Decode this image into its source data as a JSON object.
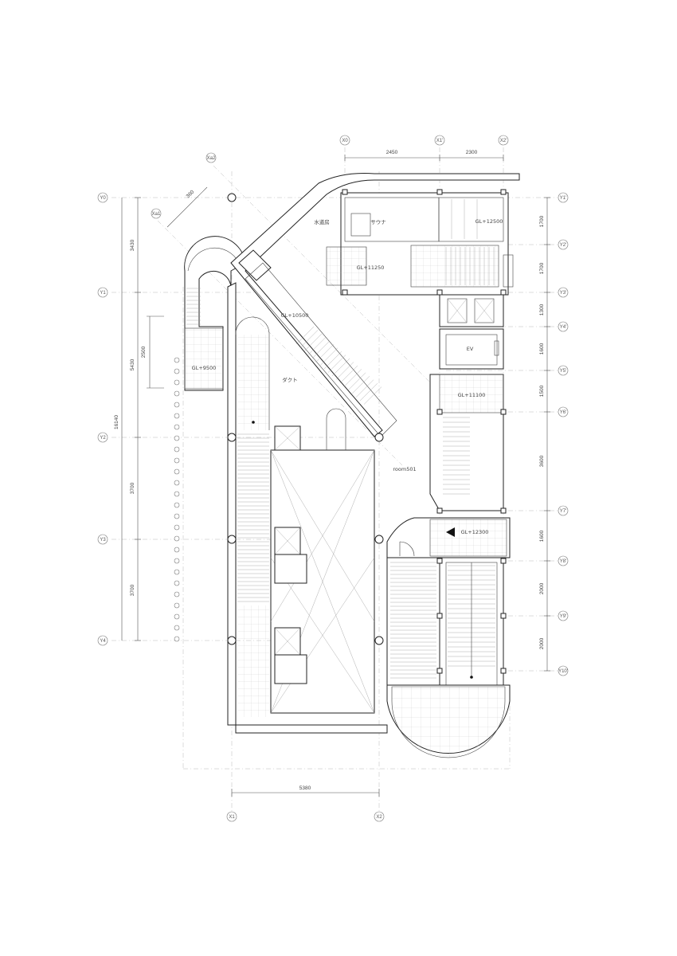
{
  "grid_labels": {
    "x_top": [
      "X0",
      "X1'",
      "X2'"
    ],
    "x_bottom": [
      "X1",
      "X2"
    ],
    "xa": [
      "Xa2",
      "Xa1"
    ],
    "y_left": [
      "Y0",
      "Y1",
      "Y2",
      "Y3",
      "Y4"
    ],
    "y_right": [
      "Y1'",
      "Y2'",
      "Y3'",
      "Y4'",
      "Y5'",
      "Y6'",
      "Y7'",
      "Y8'",
      "Y9'",
      "Y10'"
    ]
  },
  "dimensions": {
    "top": [
      "2450",
      "2300"
    ],
    "bottom": "5380",
    "diag": "360",
    "left_outer": "16140",
    "left_inner": [
      "3430",
      "5430",
      "3700",
      "3700"
    ],
    "left_small": "2500",
    "right": [
      "1700",
      "1700",
      "1300",
      "1600",
      "1500",
      "3600",
      "1600",
      "2000",
      "2000"
    ]
  },
  "room_labels": {
    "water_tank": "水道房",
    "sauna": "サウナ",
    "duct": "ダクト",
    "ev": "EV",
    "room": "room501"
  },
  "levels": {
    "gl_12500": "GL+12500",
    "gl_11250": "GL+11250",
    "gl_10500": "GL+10500",
    "gl_9500": "GL+9500",
    "gl_11100": "GL+11100",
    "gl_12300": "GL+12300"
  },
  "colors": {
    "line": "#222222",
    "grid": "#b8b8b8",
    "text": "#444444"
  }
}
